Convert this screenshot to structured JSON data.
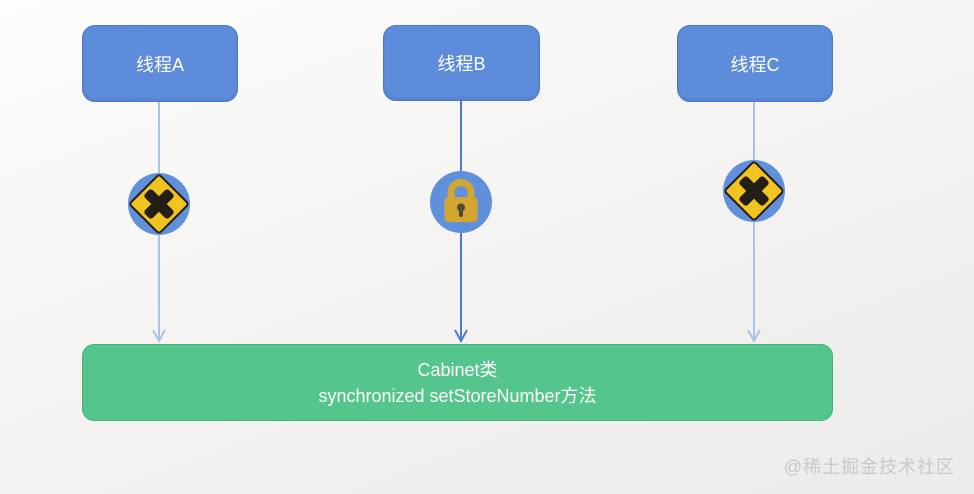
{
  "diagram": {
    "threads": [
      {
        "label": "线程A",
        "icon": "hazard-cross-icon",
        "state": "blocked",
        "connector_color": "#a9c4e6"
      },
      {
        "label": "线程B",
        "icon": "lock-icon",
        "state": "holding-lock",
        "connector_color": "#4e7cc8"
      },
      {
        "label": "线程C",
        "icon": "hazard-cross-icon",
        "state": "blocked",
        "connector_color": "#a9c4e6"
      }
    ],
    "target": {
      "line1": "Cabinet类",
      "line2": "synchronized setStoreNumber方法"
    },
    "watermark": "@稀土掘金技术社区"
  },
  "colors": {
    "thread_box_fill": "#5d8cdb",
    "thread_box_border": "#4b7ac6",
    "connector_blocked": "#a9c4e6",
    "connector_active": "#4e7cc8",
    "icon_circle_fill": "#6090dc",
    "hazard_yellow": "#f3c322",
    "hazard_black": "#231f17",
    "lock_gold": "#d3a62f",
    "lock_keyhole": "#4d4a3a",
    "target_box_fill": "#54c58b",
    "target_box_border": "#47b27e",
    "watermark_gray": "#c9c9c6"
  }
}
